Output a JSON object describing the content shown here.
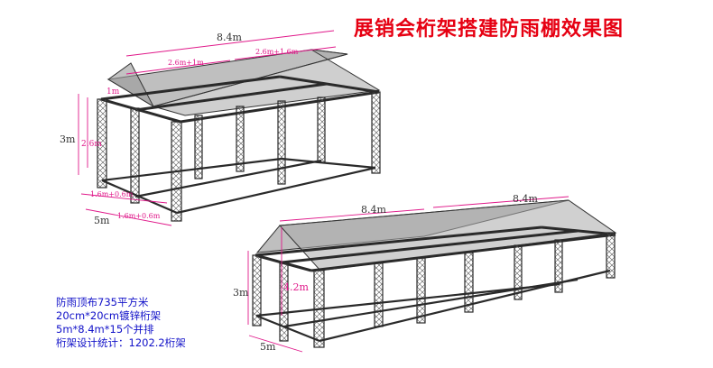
{
  "title": "展销会桁架搭建防雨棚效果图",
  "notes": [
    "防雨顶布735平方米",
    "20cm*20cm镀锌桁架",
    "5m*8.4m*15个并排",
    "桁架设计统计：1202.2桁架"
  ],
  "top_diagram": {
    "length": "8.4m",
    "segment_left": "2.6m+1m",
    "segment_right": "2.6m+1.6m",
    "ridge": "1m",
    "column_height": "2.6m",
    "total_height": "3m",
    "width": "5m",
    "width_part_a": "1.6m+0.6m",
    "width_part_b": "1.6m+0.6m"
  },
  "bottom_diagram": {
    "length_left": "8.4m",
    "length_right": "8.4m",
    "total_height": "4.2m",
    "column_height": "3m",
    "width": "5m"
  },
  "colors": {
    "title": "#e60012",
    "dimension": "#e0198a",
    "notes": "#1010c8",
    "truss": "#2a2a2a",
    "roof": "#8a8a8a"
  }
}
